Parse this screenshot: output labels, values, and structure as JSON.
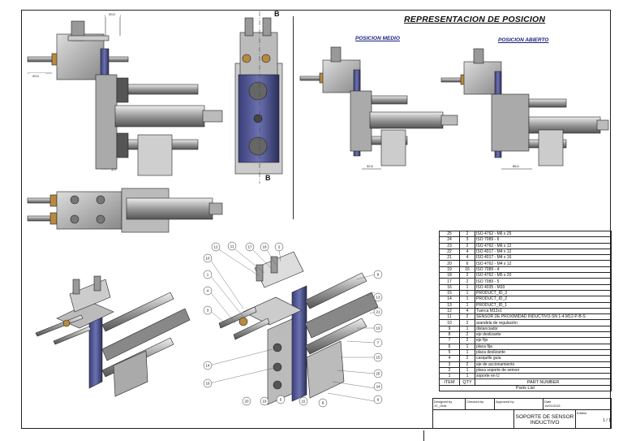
{
  "drawing": {
    "main_title": "REPRESENTACION DE POSICION",
    "labels": {
      "medio": "POSICION MEDIO",
      "abierto": "POSICION ABIERTO"
    },
    "section_letter": "B",
    "dims": {
      "d1": "20,0",
      "d2": "20,0",
      "d3": "4,0",
      "d4": "32,5",
      "d5": "65,0"
    },
    "balloons": [
      "12",
      "11",
      "17",
      "18",
      "2",
      "10",
      "1",
      "4",
      "3",
      "14",
      "16",
      "20",
      "19",
      "5",
      "22",
      "9",
      "6",
      "24",
      "25",
      "15",
      "7",
      "19",
      "21",
      "13",
      "8"
    ]
  },
  "bom": {
    "header": {
      "item": "ITEM",
      "qty": "QTY",
      "part": "PART NUMBER"
    },
    "caption": "Parts List",
    "rows": [
      {
        "item": "25",
        "qty": "2",
        "part": "ISO 4762 - M6 x 25"
      },
      {
        "item": "24",
        "qty": "3",
        "part": "ISO 7089 - 6"
      },
      {
        "item": "23",
        "qty": "2",
        "part": "ISO 4762 - M6 x 12"
      },
      {
        "item": "22",
        "qty": "4",
        "part": "ISO 4017 - M4 x 12"
      },
      {
        "item": "21",
        "qty": "4",
        "part": "ISO 4017 - M4 x 16"
      },
      {
        "item": "20",
        "qty": "6",
        "part": "ISO 4762 - M4 x 12"
      },
      {
        "item": "19",
        "qty": "16",
        "part": "ISO 7089 - 4"
      },
      {
        "item": "18",
        "qty": "2",
        "part": "ISO 4762 - M5 x 20"
      },
      {
        "item": "17",
        "qty": "2",
        "part": "ISO 7089 - 5"
      },
      {
        "item": "16",
        "qty": "1",
        "part": "ISO 4035 - M10"
      },
      {
        "item": "15",
        "qty": "1",
        "part": "PRODUCT_ID_3"
      },
      {
        "item": "14",
        "qty": "1",
        "part": "PRODUCT_ID_2"
      },
      {
        "item": "13",
        "qty": "1",
        "part": "PRODUCT_ID_1"
      },
      {
        "item": "12",
        "qty": "4",
        "part": "Tuerca M12x1"
      },
      {
        "item": "11",
        "qty": "2",
        "part": "SENSOR DE PROXIMIDAD INDUCTIVO-SN 1-4 M12-P-B-S"
      },
      {
        "item": "10",
        "qty": "2",
        "part": "arandela de regulación"
      },
      {
        "item": "9",
        "qty": "1",
        "part": "distanciador"
      },
      {
        "item": "8",
        "qty": "2",
        "part": "eje deslizante"
      },
      {
        "item": "7",
        "qty": "2",
        "part": "eje fijo"
      },
      {
        "item": "6",
        "qty": "1",
        "part": "placa fija"
      },
      {
        "item": "5",
        "qty": "1",
        "part": "placa deslizante"
      },
      {
        "item": "4",
        "qty": "2",
        "part": "casquillo guía"
      },
      {
        "item": "3",
        "qty": "2",
        "part": "eje de accionamiento"
      },
      {
        "item": "2",
        "qty": "1",
        "part": "placa soporte de sensor"
      },
      {
        "item": "1",
        "qty": "1",
        "part": "soporte en U"
      }
    ]
  },
  "title_block": {
    "designed_by_label": "Designed by",
    "designed_by": "JC_Ortiz",
    "checked_by_label": "Checked by",
    "approved_by_label": "Approved by",
    "date_label": "Date",
    "date": "14/01/2021",
    "title": "SOPORTE DE SENSOR INDUCTIVO",
    "edition_label": "Edition",
    "sheet": "1 / 1"
  }
}
